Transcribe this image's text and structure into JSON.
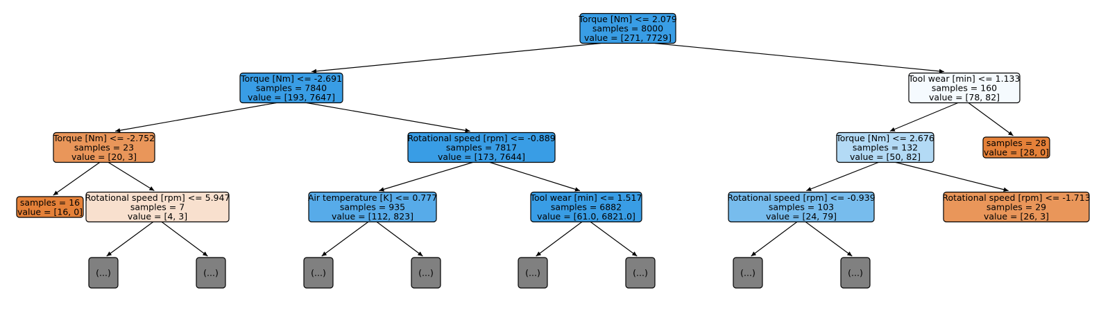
{
  "colors": {
    "blue_strong": "#399de5",
    "blue_mid": "#57abe9",
    "blue_light": "#77bced",
    "blue_pale": "#b3daf5",
    "blue_faint": "#f5fafe",
    "orange_strong": "#e58139",
    "orange_mid": "#e9965a",
    "orange_pale": "#f8e0ce",
    "truncated_gray": "#808080"
  },
  "tree": {
    "nodes": [
      {
        "id": "n0",
        "lines": [
          "Torque [Nm] <= 2.079",
          "samples = 8000",
          "value = [271, 7729]"
        ],
        "color": "blue_strong"
      },
      {
        "id": "n1",
        "lines": [
          "Torque [Nm] <= -2.691",
          "samples = 7840",
          "value = [193, 7647]"
        ],
        "color": "blue_strong"
      },
      {
        "id": "n2",
        "lines": [
          "Tool wear [min] <= 1.133",
          "samples = 160",
          "value = [78, 82]"
        ],
        "color": "blue_faint"
      },
      {
        "id": "n3",
        "lines": [
          "Torque [Nm] <= -2.752",
          "samples = 23",
          "value = [20, 3]"
        ],
        "color": "orange_mid"
      },
      {
        "id": "n4",
        "lines": [
          "Rotational speed [rpm] <= -0.889",
          "samples = 7817",
          "value = [173, 7644]"
        ],
        "color": "blue_strong"
      },
      {
        "id": "n5",
        "lines": [
          "Torque [Nm] <= 2.676",
          "samples = 132",
          "value = [50, 82]"
        ],
        "color": "blue_pale"
      },
      {
        "id": "n6",
        "lines": [
          "samples = 28",
          "value = [28, 0]"
        ],
        "color": "orange_strong"
      },
      {
        "id": "n7",
        "lines": [
          "samples = 16",
          "value = [16, 0]"
        ],
        "color": "orange_strong"
      },
      {
        "id": "n8",
        "lines": [
          "Rotational speed [rpm] <= 5.947",
          "samples = 7",
          "value = [4, 3]"
        ],
        "color": "orange_pale"
      },
      {
        "id": "n9",
        "lines": [
          "Air temperature [K] <= 0.777",
          "samples = 935",
          "value = [112, 823]"
        ],
        "color": "blue_mid"
      },
      {
        "id": "n10",
        "lines": [
          "Tool wear [min] <= 1.517",
          "samples = 6882",
          "value = [61.0, 6821.0]"
        ],
        "color": "blue_strong"
      },
      {
        "id": "n11",
        "lines": [
          "Rotational speed [rpm] <= -0.939",
          "samples = 103",
          "value = [24, 79]"
        ],
        "color": "blue_light"
      },
      {
        "id": "n12",
        "lines": [
          "Rotational speed [rpm] <= -1.713",
          "samples = 29",
          "value = [26, 3]"
        ],
        "color": "orange_mid"
      },
      {
        "id": "t1",
        "lines": [
          "(...)"
        ],
        "color": "truncated_gray"
      },
      {
        "id": "t2",
        "lines": [
          "(...)"
        ],
        "color": "truncated_gray"
      },
      {
        "id": "t3",
        "lines": [
          "(...)"
        ],
        "color": "truncated_gray"
      },
      {
        "id": "t4",
        "lines": [
          "(...)"
        ],
        "color": "truncated_gray"
      },
      {
        "id": "t5",
        "lines": [
          "(...)"
        ],
        "color": "truncated_gray"
      },
      {
        "id": "t6",
        "lines": [
          "(...)"
        ],
        "color": "truncated_gray"
      },
      {
        "id": "t7",
        "lines": [
          "(...)"
        ],
        "color": "truncated_gray"
      },
      {
        "id": "t8",
        "lines": [
          "(...)"
        ],
        "color": "truncated_gray"
      }
    ],
    "edges": [
      [
        "n0",
        "n1"
      ],
      [
        "n0",
        "n2"
      ],
      [
        "n1",
        "n3"
      ],
      [
        "n1",
        "n4"
      ],
      [
        "n2",
        "n5"
      ],
      [
        "n2",
        "n6"
      ],
      [
        "n3",
        "n7"
      ],
      [
        "n3",
        "n8"
      ],
      [
        "n4",
        "n9"
      ],
      [
        "n4",
        "n10"
      ],
      [
        "n5",
        "n11"
      ],
      [
        "n5",
        "n12"
      ],
      [
        "n8",
        "t1"
      ],
      [
        "n8",
        "t2"
      ],
      [
        "n9",
        "t3"
      ],
      [
        "n9",
        "t4"
      ],
      [
        "n10",
        "t5"
      ],
      [
        "n10",
        "t6"
      ],
      [
        "n11",
        "t7"
      ],
      [
        "n11",
        "t8"
      ]
    ]
  }
}
